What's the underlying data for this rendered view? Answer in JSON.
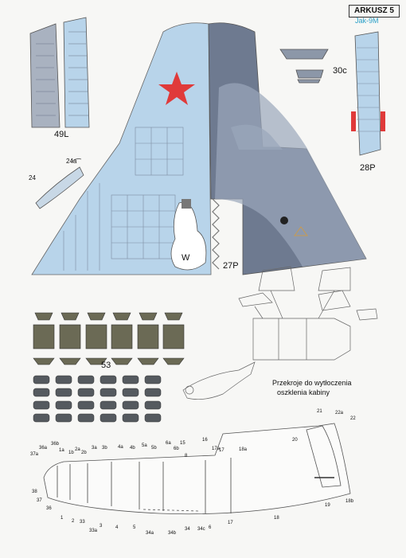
{
  "header": {
    "sheet": "ARKUSZ 5",
    "model": "Jak-9M"
  },
  "labels": {
    "l49L": "49L",
    "l24a": "24a",
    "l24": "24",
    "l30c": "30c",
    "l28P": "28P",
    "lW": "W",
    "l27P": "27P",
    "l53": "53",
    "caption_line1": "Przekroje do wytłoczenia",
    "caption_line2": "oszklenia kabiny"
  },
  "fuselage_part_numbers": [
    "37a",
    "36a",
    "36b",
    "1a",
    "1b",
    "2a",
    "2b",
    "3a",
    "3b",
    "4a",
    "4b",
    "5a",
    "5b",
    "6a",
    "6b",
    "15",
    "8",
    "16",
    "17a",
    "17",
    "18a",
    "21",
    "22a",
    "22",
    "20",
    "38",
    "37",
    "36",
    "1",
    "2",
    "33",
    "3",
    "33a",
    "4",
    "5",
    "34a",
    "34b",
    "34",
    "34c",
    "6",
    "17",
    "18",
    "19",
    "18b"
  ],
  "colors": {
    "light_blue": "#b8d4ea",
    "dark_grey": "#6e7a90",
    "olive": "#6b6a55",
    "red": "#e03a3a",
    "panel_grey": "#a9b2c0"
  }
}
